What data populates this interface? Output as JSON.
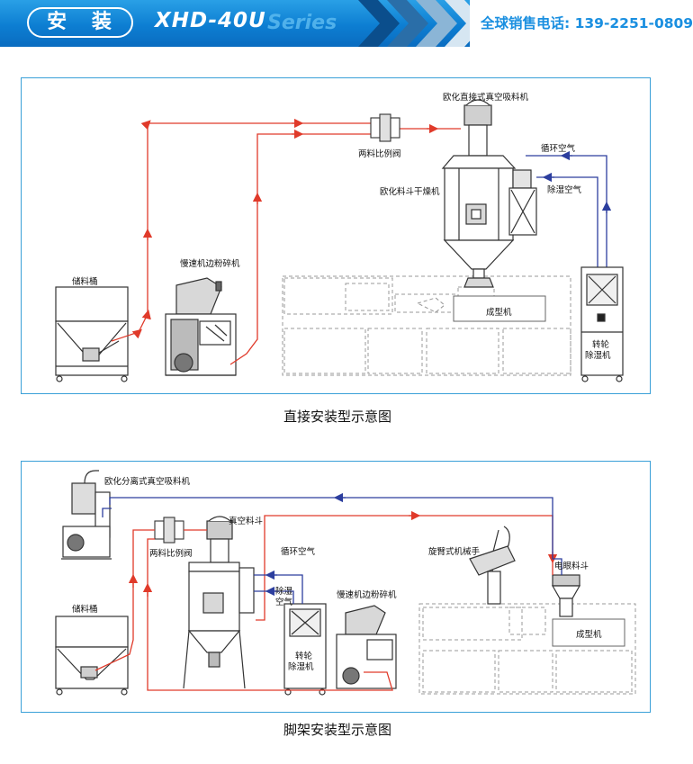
{
  "header": {
    "title": "安 装",
    "model": "XHD-40U",
    "series": "Series",
    "hotline": "全球销售电话: 139-2251-0809",
    "colors": {
      "banner": "#0d7ed2",
      "hotline": "#1a8fe0",
      "air_red": "#e03a2a",
      "air_blue": "#2c3e9e"
    }
  },
  "diagram1": {
    "caption": "直接安装型示意图",
    "labels": {
      "vacuum_loader": "欧化直接式真空吸料机",
      "valve": "两料比例阀",
      "circulation_air": "循环空气",
      "dryer": "欧化料斗干燥机",
      "dehumid_air": "除湿空气",
      "granulator": "慢速机边粉碎机",
      "storage_bin": "储料桶",
      "molding_machine": "成型机",
      "wheel_dryer_1": "转轮",
      "wheel_dryer_2": "除湿机"
    }
  },
  "diagram2": {
    "caption": "脚架安装型示意图",
    "labels": {
      "separating_loader": "欧化分离式真空吸料机",
      "vacuum_hopper": "真空料斗",
      "valve": "两料比例阀",
      "circulation_air": "循环空气",
      "dehumid_air_1": "除湿",
      "dehumid_air_2": "空气",
      "granulator": "慢速机边粉碎机",
      "robot_arm": "旋臂式机械手",
      "eye_hopper": "电眼料斗",
      "storage_bin": "储料桶",
      "molding_machine": "成型机",
      "wheel_dryer_1": "转轮",
      "wheel_dryer_2": "除湿机"
    }
  }
}
